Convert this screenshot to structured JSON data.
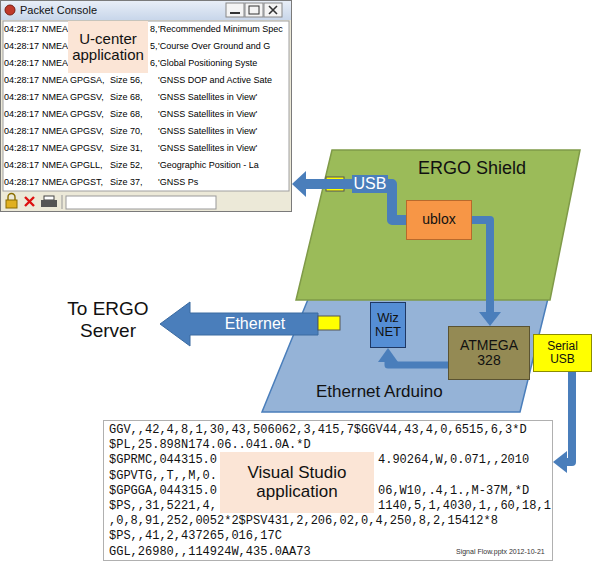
{
  "diagram": {
    "nodes": [
      {
        "text": [
          "Packet Console",
          "04:28:17",
          "NMEA",
          "8,",
          "'Recommended Minimum Spec",
          "04:28:17",
          "NMEA",
          "5,",
          "'Course Over Ground and G",
          "04:28:17",
          "NMEA",
          "6,",
          "'Global Positioning Syste",
          "04:28:17",
          "NMEA GPGSA,",
          "Size 56,",
          "'GNSS DOP and Active Sate",
          "04:28:17",
          "NMEA GPGSV,",
          "Size 68,",
          "'GNSS Satellites in View'",
          "04:28:17",
          "NMEA GPGSV,",
          "Size 68,",
          "'GNSS Satellites in View'",
          "04:28:17",
          "NMEA GPGSV,",
          "Size 70,",
          "'GNSS Satellites in View'",
          "04:28:17",
          "NMEA GPGSV,",
          "Size 31,",
          "'GNSS Satellites in View'",
          "04:28:17",
          "NMEA GPGLL,",
          "Size 52,",
          "'Geographic Position - La",
          "04:28:17",
          "NMEA GPGST,",
          "Size 37,",
          "'GNSS Ps"
        ]
      },
      {
        "text": [
          "U-center application"
        ],
        "in": 0
      },
      {
        "text": [
          "ERGO Shield"
        ]
      },
      {
        "text": [
          "ublox"
        ],
        "in": 2
      },
      {
        "text": [
          "Ethernet Arduino"
        ]
      },
      {
        "text": [
          "Wiz NET"
        ],
        "in": 4
      },
      {
        "text": [
          "ATMEGA 328"
        ],
        "in": 4
      },
      {
        "text": [
          "Serial USB"
        ],
        "in": 4
      },
      {
        "text": [
          "GGV,,42,4,8,1,30,43,506062,3,415,7$GGV44,43,4,0,6515,6,3*D",
          "$PL,25.898N174.06..041.0A.*D",
          "$GPRMC,044315.0",
          "4.90264,W,0.071,,2010",
          "$GPVTG,,T,,M,0.",
          "$GPGGA,044315.0",
          "06,W10,.4,1.,M-37M,*D",
          "$PS,,31,5221,4,",
          "1140,5,1,4030,1,,60,18,1",
          ",0,8,91,252,0052*2$PSV431,2,206,02,0,4,250,8,2,15412*8",
          "$PS,,41,2,437265,016,17C",
          "GGL,26980,,114924W,435.0AA73",
          "Signal Flow.pptx 2012-10-21"
        ]
      },
      {
        "text": [
          "Visual Studio application"
        ],
        "in": 8
      }
    ],
    "edges": [
      {
        "from": 3,
        "to": 0,
        "arrow": "to",
        "label": "USB"
      },
      {
        "from": 3,
        "to": 6,
        "arrow": "to"
      },
      {
        "from": 6,
        "to": 5,
        "arrow": "to"
      },
      {
        "from": 7,
        "to": 8,
        "arrow": "to"
      }
    ],
    "labels": [
      "Ethernet",
      "To ERGO Server"
    ]
  }
}
